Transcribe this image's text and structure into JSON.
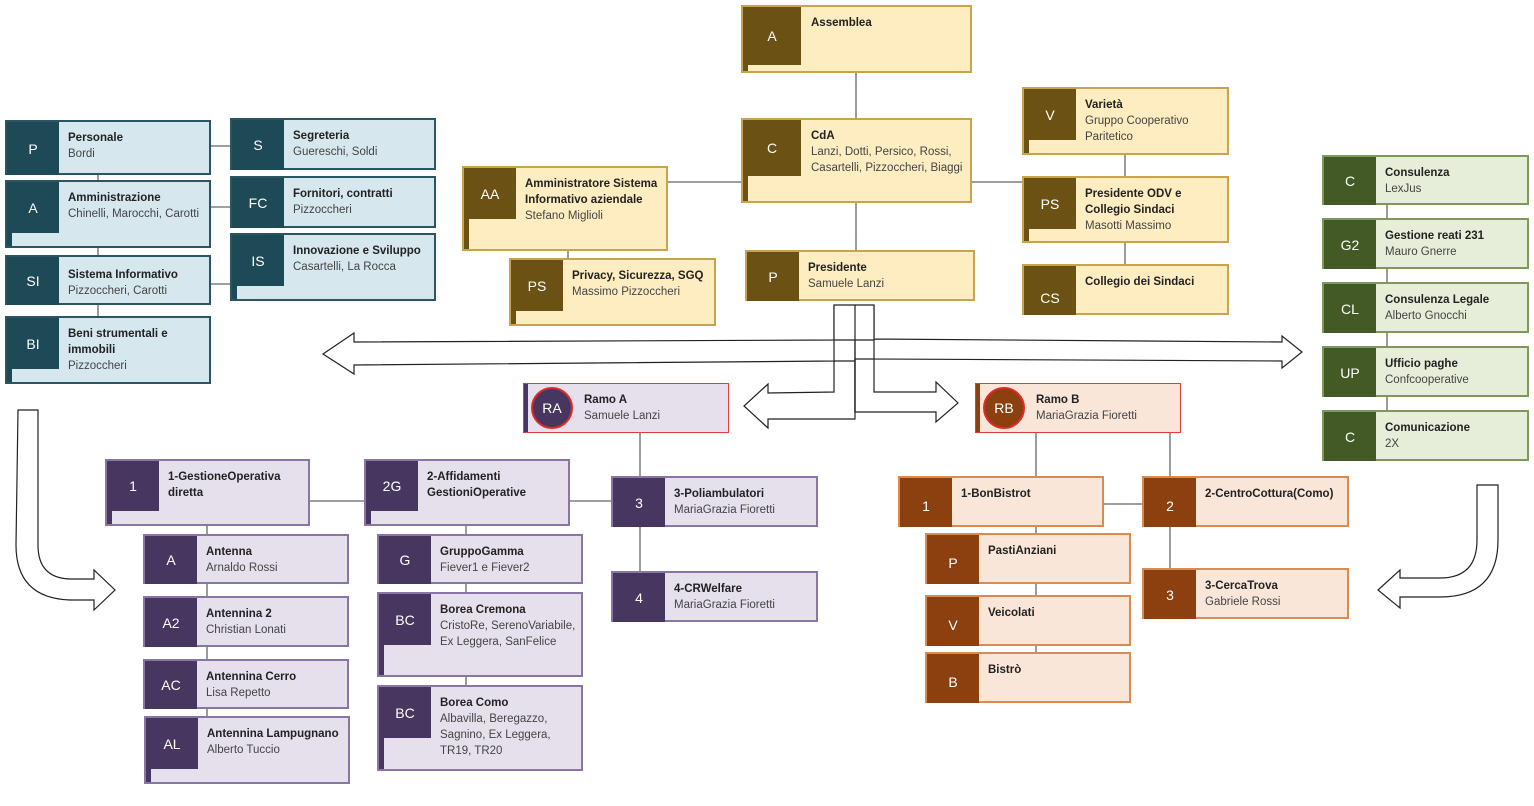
{
  "colors": {
    "admin_blue": "#1e4a58",
    "governance_gold": "#6b5214",
    "external_green": "#445a24",
    "ramo_a_purple": "#473760",
    "ramo_b_brown": "#8c3f0f",
    "ramo_highlight_red": "#e63a3a"
  },
  "governance": {
    "assemblea": {
      "code": "A",
      "title": "Assemblea",
      "sub": ""
    },
    "cda": {
      "code": "C",
      "title": "CdA",
      "sub": "Lanzi, Dotti, Persico, Rossi, Casartelli, Pizzoccheri, Biaggi"
    },
    "presidente": {
      "code": "P",
      "title": "Presidente",
      "sub": "Samuele Lanzi"
    },
    "amministratore_si": {
      "code": "AA",
      "title": "Amministratore Sistema Informativo aziendale",
      "sub": "Stefano Miglioli"
    },
    "privacy": {
      "code": "PS",
      "title": "Privacy, Sicurezza, SGQ",
      "sub": "Massimo Pizzoccheri"
    },
    "varieta": {
      "code": "V",
      "title": "Varietà",
      "sub": "Gruppo Cooperativo Paritetico"
    },
    "presidente_odv": {
      "code": "PS",
      "title": "Presidente ODV e Collegio Sindaci",
      "sub": "Masotti Massimo"
    },
    "collegio_sindaci": {
      "code": "CS",
      "title": "Collegio dei Sindaci",
      "sub": ""
    }
  },
  "staff": [
    {
      "code": "P",
      "title": "Personale",
      "sub": "Bordi"
    },
    {
      "code": "A",
      "title": "Amministrazione",
      "sub": "Chinelli, Marocchi, Carotti"
    },
    {
      "code": "SI",
      "title": "Sistema Informativo",
      "sub": "Pizzoccheri, Carotti"
    },
    {
      "code": "BI",
      "title": "Beni strumentali e immobili",
      "sub": "Pizzoccheri"
    },
    {
      "code": "S",
      "title": "Segreteria",
      "sub": "Guereschi, Soldi"
    },
    {
      "code": "FC",
      "title": "Fornitori, contratti",
      "sub": "Pizzoccheri"
    },
    {
      "code": "IS",
      "title": "Innovazione e Sviluppo",
      "sub": "Casartelli, La Rocca"
    }
  ],
  "external": [
    {
      "code": "C",
      "title": "Consulenza",
      "sub": "LexJus"
    },
    {
      "code": "G2",
      "title": "Gestione reati 231",
      "sub": "Mauro Gnerre"
    },
    {
      "code": "CL",
      "title": "Consulenza Legale",
      "sub": "Alberto Gnocchi"
    },
    {
      "code": "UP",
      "title": "Ufficio paghe",
      "sub": "Confcooperative"
    },
    {
      "code": "C",
      "title": "Comunicazione",
      "sub": "2X"
    }
  ],
  "ramo_a": {
    "head": {
      "code": "RA",
      "title": "Ramo A",
      "sub": "Samuele Lanzi"
    },
    "units": [
      {
        "code": "1",
        "title": "1-GestioneOperativa diretta",
        "sub": ""
      },
      {
        "code": "2G",
        "title": "2-Affidamenti GestioniOperative",
        "sub": ""
      },
      {
        "code": "3",
        "title": "3-Poliambulatori",
        "sub": "MariaGrazia Fioretti"
      },
      {
        "code": "4",
        "title": "4-CRWelfare",
        "sub": "MariaGrazia Fioretti"
      }
    ],
    "gestione_diretta": [
      {
        "code": "A",
        "title": "Antenna",
        "sub": "Arnaldo Rossi"
      },
      {
        "code": "A2",
        "title": "Antennina 2",
        "sub": "Christian Lonati"
      },
      {
        "code": "AC",
        "title": "Antennina Cerro",
        "sub": "Lisa Repetto"
      },
      {
        "code": "AL",
        "title": "Antennina Lampugnano",
        "sub": "Alberto Tuccio"
      }
    ],
    "affidamenti": [
      {
        "code": "G",
        "title": "GruppoGamma",
        "sub": "Fiever1 e Fiever2"
      },
      {
        "code": "BC",
        "title": "Borea Cremona",
        "sub": "CristoRe, SerenoVariabile, Ex Leggera, SanFelice"
      },
      {
        "code": "BC",
        "title": "Borea Como",
        "sub": "Albavilla, Beregazzo, Sagnino, Ex Leggera, TR19, TR20"
      }
    ]
  },
  "ramo_b": {
    "head": {
      "code": "RB",
      "title": "Ramo B",
      "sub": "MariaGrazia Fioretti"
    },
    "units": [
      {
        "code": "1",
        "title": "1-BonBistrot",
        "sub": ""
      },
      {
        "code": "2",
        "title": "2-CentroCottura(Como)",
        "sub": ""
      },
      {
        "code": "3",
        "title": "3-CercaTrova",
        "sub": "Gabriele Rossi"
      }
    ],
    "bonbistrot": [
      {
        "code": "P",
        "title": "PastiAnziani",
        "sub": ""
      },
      {
        "code": "V",
        "title": "Veicolati",
        "sub": ""
      },
      {
        "code": "B",
        "title": "Bistrò",
        "sub": ""
      }
    ]
  }
}
